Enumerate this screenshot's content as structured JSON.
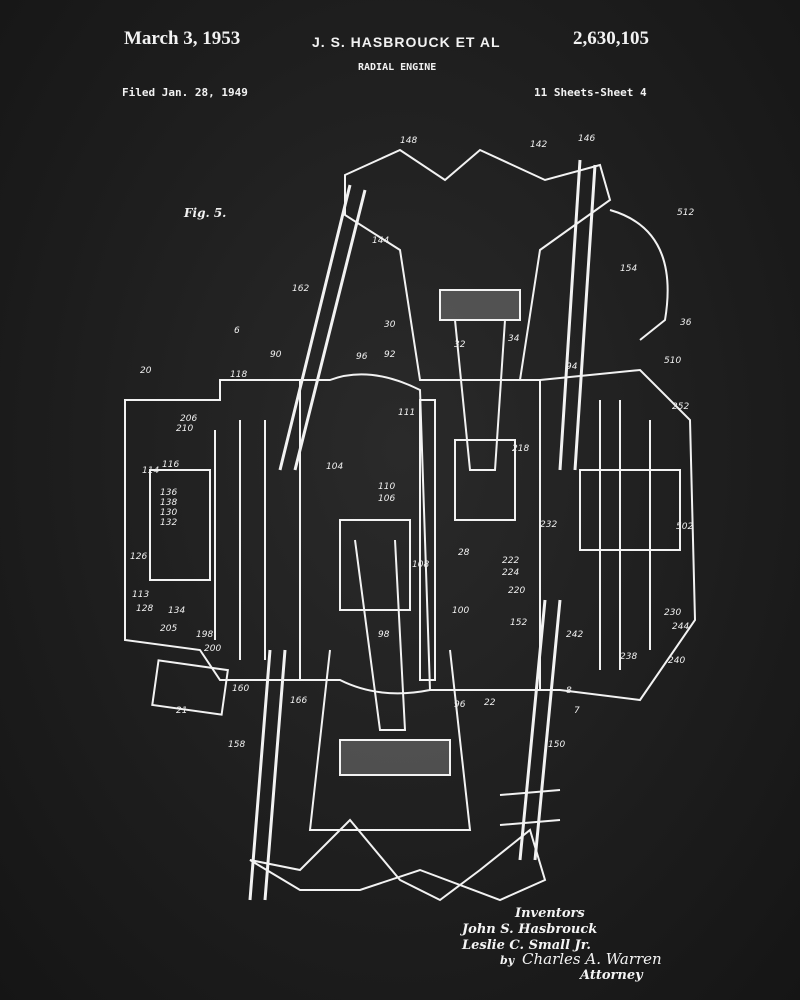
{
  "header": {
    "date": "March 3, 1953",
    "inventor": "J. S. HASBROUCK ET AL",
    "patent_number": "2,630,105",
    "title": "RADIAL ENGINE",
    "filed": "Filed Jan. 28, 1949",
    "sheets": "11 Sheets-Sheet 4"
  },
  "figure": {
    "label": "Fig. 5.",
    "reference_numbers": [
      "148",
      "142",
      "146",
      "144",
      "512",
      "162",
      "154",
      "30",
      "32",
      "34",
      "36",
      "96",
      "92",
      "94",
      "510",
      "20",
      "118",
      "90",
      "111",
      "206",
      "210",
      "114",
      "116",
      "136",
      "138",
      "130",
      "132",
      "126",
      "113",
      "128",
      "134",
      "205",
      "198",
      "200",
      "160",
      "21",
      "158",
      "166",
      "104",
      "110",
      "106",
      "108",
      "28",
      "100",
      "98",
      "96",
      "22",
      "150",
      "218",
      "220",
      "222",
      "224",
      "152",
      "242",
      "238",
      "244",
      "240",
      "230",
      "232",
      "252",
      "502",
      "7",
      "6",
      "8"
    ]
  },
  "footer": {
    "inventors_heading": "Inventors",
    "inventor_1": "John S. Hasbrouck",
    "inventor_2": "Leslie C. Small Jr.",
    "by": "by",
    "signature": "Charles A. Warren",
    "attorney": "Attorney"
  }
}
